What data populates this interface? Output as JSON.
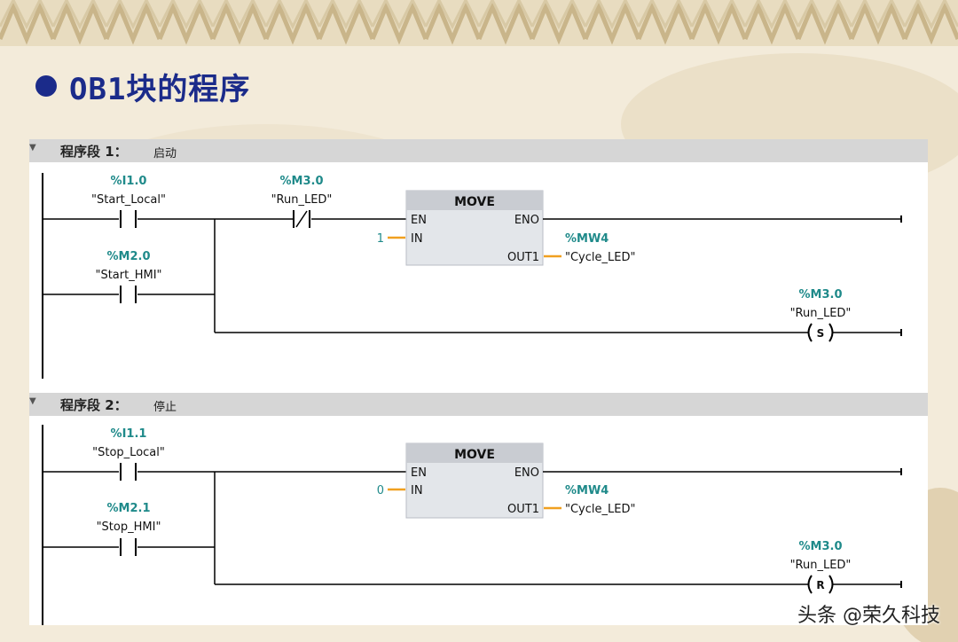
{
  "slide": {
    "title": "OB1块的程序"
  },
  "networks": [
    {
      "title": "程序段 1：",
      "comment": "启动",
      "contacts": [
        {
          "addr": "%I1.0",
          "tag": "\"Start_Local\"",
          "type": "NO"
        },
        {
          "addr": "%M2.0",
          "tag": "\"Start_HMI\"",
          "type": "NO"
        },
        {
          "addr": "%M3.0",
          "tag": "\"Run_LED\"",
          "type": "NC"
        }
      ],
      "move": {
        "name": "MOVE",
        "en": "EN",
        "eno": "ENO",
        "in_label": "IN",
        "in_value": "1",
        "out_label": "OUT1",
        "out_addr": "%MW4",
        "out_tag": "\"Cycle_LED\""
      },
      "coil": {
        "addr": "%M3.0",
        "tag": "\"Run_LED\"",
        "symbol": "S"
      }
    },
    {
      "title": "程序段 2：",
      "comment": "停止",
      "contacts": [
        {
          "addr": "%I1.1",
          "tag": "\"Stop_Local\"",
          "type": "NO"
        },
        {
          "addr": "%M2.1",
          "tag": "\"Stop_HMI\"",
          "type": "NO"
        }
      ],
      "move": {
        "name": "MOVE",
        "en": "EN",
        "eno": "ENO",
        "in_label": "IN",
        "in_value": "0",
        "out_label": "OUT1",
        "out_addr": "%MW4",
        "out_tag": "\"Cycle_LED\""
      },
      "coil": {
        "addr": "%M3.0",
        "tag": "\"Run_LED\"",
        "symbol": "R"
      }
    }
  ],
  "watermark": "头条 @荣久科技",
  "colors": {
    "title": "#1b2b8a",
    "address": "#1f8a8a",
    "rung": "#000000",
    "box_fill": "#e3e6ea",
    "box_header": "#c9ccd2",
    "wire_param": "#f0a020"
  }
}
